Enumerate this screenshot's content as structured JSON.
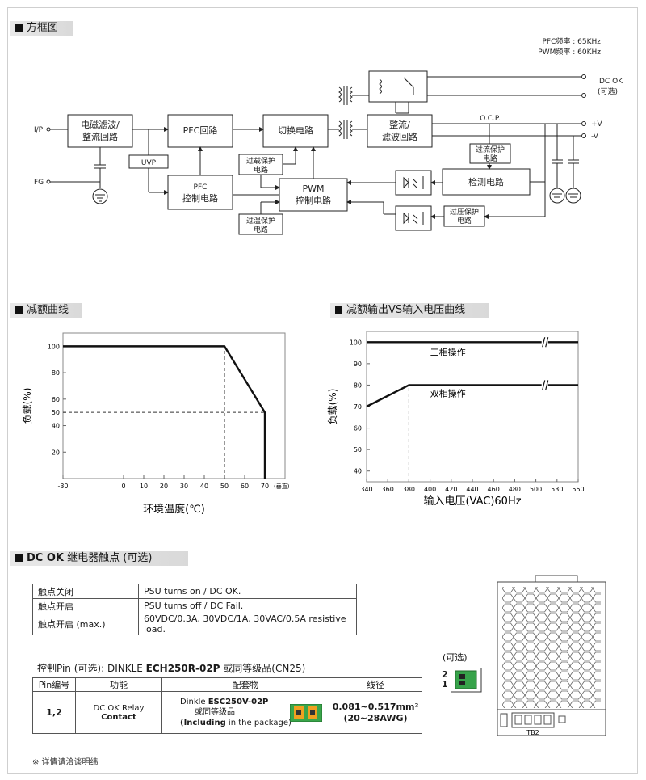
{
  "sections": {
    "block_diagram": "方框图",
    "derating": "减额曲线",
    "derating_vs_input": "减额输出VS输入电压曲线",
    "dc_ok_title": "DC OK",
    "dc_ok_rest": "继电器触点 (可选)"
  },
  "block_diagram": {
    "freq_pfc": "PFC频率 : 65KHz",
    "freq_pwm": "PWM频率 : 60KHz",
    "ip": "I/P",
    "fg": "FG",
    "emi_l1": "电磁滤波/",
    "emi_l2": "整流回路",
    "uvp": "UVP",
    "pfc_circuit": "PFC回路",
    "pfc_ctrl_l1": "PFC",
    "pfc_ctrl_l2": "控制电路",
    "switching": "切换电路",
    "olp_l1": "过载保护",
    "olp_l2": "电路",
    "pwm_l1": "PWM",
    "pwm_l2": "控制电路",
    "otp_l1": "过温保护",
    "otp_l2": "电路",
    "rect_l1": "整流/",
    "rect_l2": "滤波回路",
    "ocp": "O.C.P.",
    "ocp_box_l1": "过流保护",
    "ocp_box_l2": "电路",
    "detect": "检测电路",
    "ovp_l1": "过压保护",
    "ovp_l2": "电路",
    "dcok_l1": "DC OK",
    "dcok_l2": "(可选)",
    "plus_v": "+V",
    "minus_v": "-V"
  },
  "chart_data": [
    {
      "type": "line",
      "title": "",
      "xlabel": "环境温度(℃)",
      "ylabel": "负载(%)",
      "x_ticks": [
        -30,
        0,
        10,
        20,
        30,
        40,
        50,
        60,
        70
      ],
      "x_tick_suffix": "(垂直)",
      "y_ticks": [
        20,
        40,
        50,
        60,
        80,
        100
      ],
      "xlim": [
        -30,
        80
      ],
      "ylim": [
        0,
        110
      ],
      "series": [
        {
          "x": [
            -30,
            50,
            70,
            70
          ],
          "y": [
            100,
            100,
            50,
            0
          ]
        }
      ],
      "reference_lines": [
        {
          "x": [
            50,
            50
          ],
          "y": [
            0,
            100
          ]
        },
        {
          "x": [
            -30,
            70
          ],
          "y": [
            50,
            50
          ]
        }
      ]
    },
    {
      "type": "line",
      "title": "",
      "xlabel": "输入电压(VAC)60Hz",
      "ylabel": "负载(%)",
      "x_ticks": [
        "340",
        "360",
        "380",
        "400",
        "420",
        "440",
        "460",
        "480",
        "500",
        "530",
        "550"
      ],
      "y_ticks": [
        40,
        50,
        60,
        70,
        80,
        90,
        100
      ],
      "ylim": [
        35,
        105
      ],
      "axis_break_between": [
        "500",
        "530"
      ],
      "series": [
        {
          "name": "三相操作",
          "x": [
            340,
            550
          ],
          "y": [
            100,
            100
          ]
        },
        {
          "name": "双相操作",
          "x": [
            340,
            380,
            550
          ],
          "y": [
            70,
            80,
            80
          ]
        }
      ],
      "reference_lines": [
        {
          "x": [
            380,
            380
          ],
          "y": [
            35,
            80
          ]
        }
      ]
    }
  ],
  "contact_table": [
    {
      "state": "触点关闭",
      "desc": "PSU turns on / DC OK."
    },
    {
      "state": "触点开启",
      "desc": "PSU turns off / DC Fail."
    },
    {
      "state": "触点开启 (max.)",
      "desc": "60VDC/0.3A, 30VDC/1A, 30VAC/0.5A resistive load."
    }
  ],
  "pin_section": {
    "title_pre": "控制Pin (可选): DINKLE ",
    "title_part": "ECH250R-02P",
    "title_post": " 或同等级品(CN25)",
    "headers": [
      "Pin编号",
      "功能",
      "配套物",
      "线径"
    ],
    "pin": "1,2",
    "func_pre": "DC OK Relay ",
    "func_bold": "Contact",
    "mate_pre": "Dinkle ",
    "mate_part": "ESC250V-02P",
    "mate_l2": "或同等级品",
    "mate_l3_bold": "(Including",
    "mate_l3_rest": " in the package)",
    "wire_l1": "0.081~0.517mm²",
    "wire_l2": "(20~28AWG)"
  },
  "optional_label": "(可选)",
  "connector_pins": [
    "2",
    "1"
  ],
  "tb2": "TB2",
  "footnote": "※ 详情请洽谈明纬"
}
